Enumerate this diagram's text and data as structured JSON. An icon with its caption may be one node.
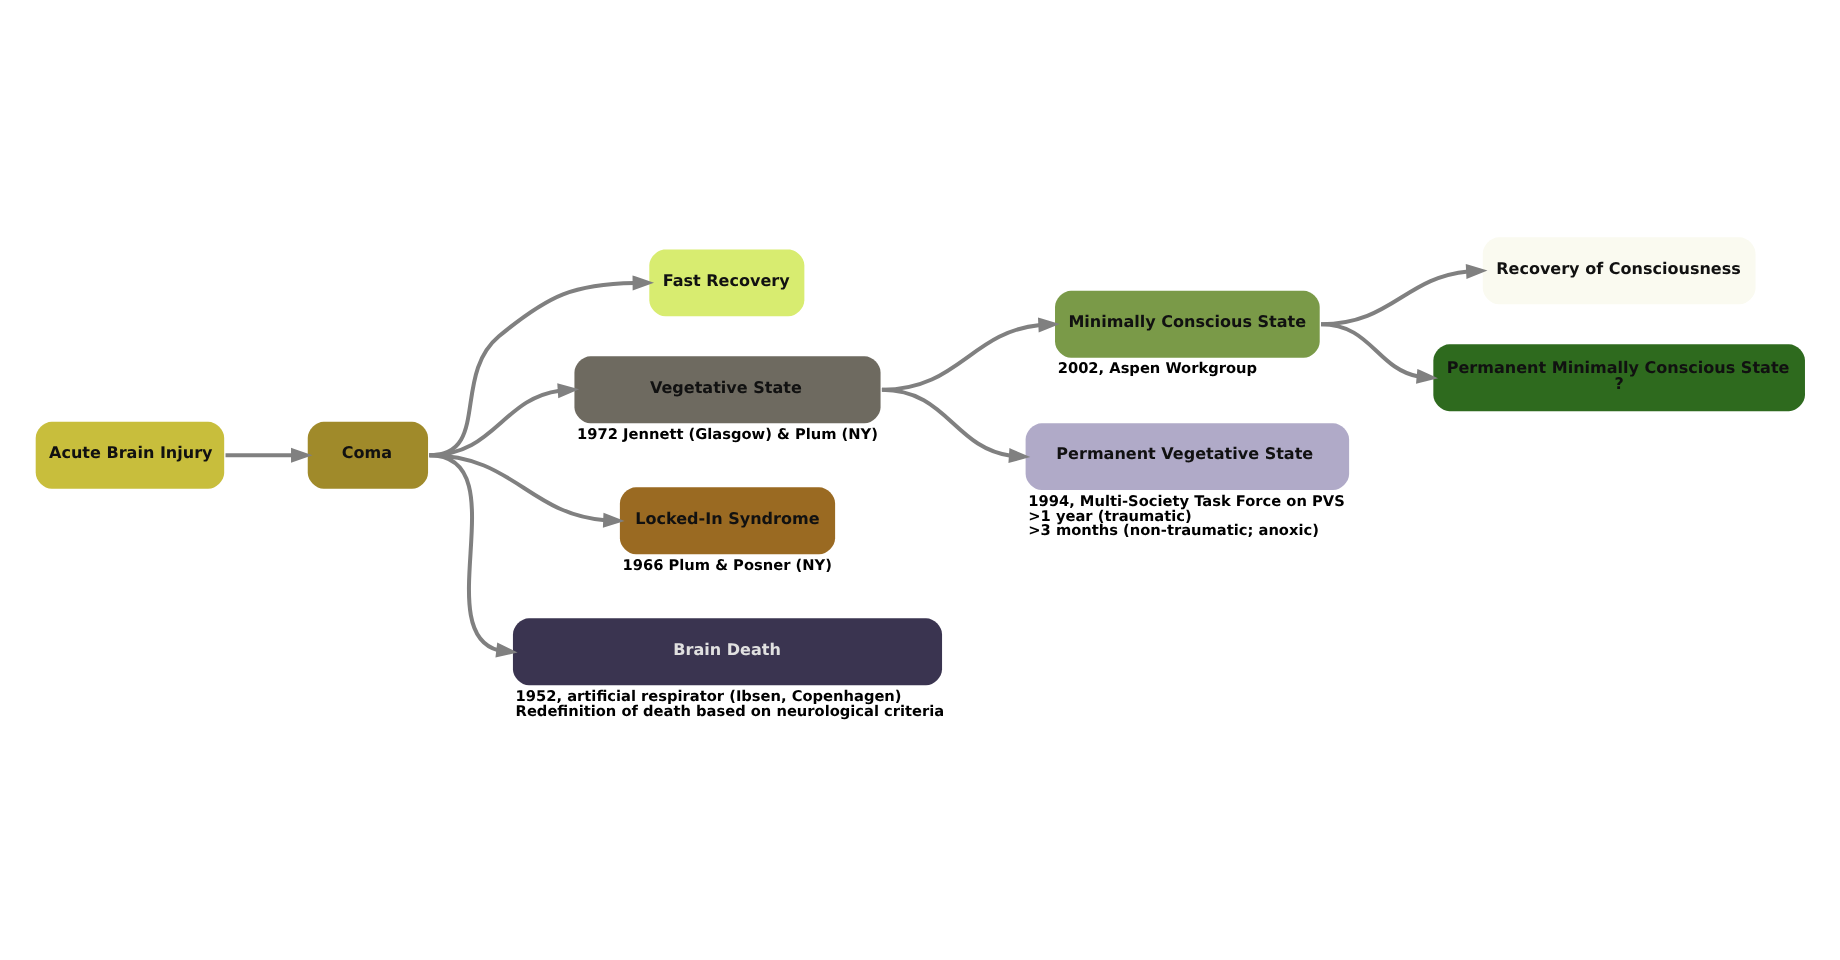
{
  "diagram": {
    "nodes": [
      {
        "text": [
          "Acute Brain Injury"
        ]
      },
      {
        "text": [
          "Coma"
        ]
      },
      {
        "text": [
          "Fast Recovery"
        ]
      },
      {
        "text": [
          "Vegetative State"
        ],
        "beside": [
          "1972 Jennett (Glasgow) & Plum (NY)"
        ]
      },
      {
        "text": [
          "Minimally Conscious State"
        ],
        "beside": [
          "2002, Aspen Workgroup"
        ]
      },
      {
        "text": [
          "Recovery of Consciousness"
        ]
      },
      {
        "text": [
          "Permanent Minimally Conscious State",
          "?"
        ]
      },
      {
        "text": [
          "Permanent Vegetative State"
        ],
        "beside": [
          "1994, Multi-Society Task Force on PVS",
          ">1 year (traumatic)",
          ">3 months (non-traumatic; anoxic)"
        ]
      },
      {
        "text": [
          "Locked-In Syndrome"
        ],
        "beside": [
          "1966 Plum & Posner (NY)"
        ]
      },
      {
        "text": [
          "Brain Death"
        ],
        "beside": [
          "1952, artificial respirator (Ibsen, Copenhagen)",
          "Redefinition of death based on neurological criteria"
        ]
      }
    ],
    "edges": [
      {
        "from": 0,
        "to": 1,
        "arrow": "to"
      },
      {
        "from": 1,
        "to": 2,
        "arrow": "to"
      },
      {
        "from": 1,
        "to": 3,
        "arrow": "to"
      },
      {
        "from": 1,
        "to": 8,
        "arrow": "to"
      },
      {
        "from": 1,
        "to": 9,
        "arrow": "to"
      },
      {
        "from": 3,
        "to": 4,
        "arrow": "to"
      },
      {
        "from": 3,
        "to": 7,
        "arrow": "to"
      },
      {
        "from": 4,
        "to": 5,
        "arrow": "to"
      },
      {
        "from": 4,
        "to": 6,
        "arrow": "to"
      }
    ]
  }
}
